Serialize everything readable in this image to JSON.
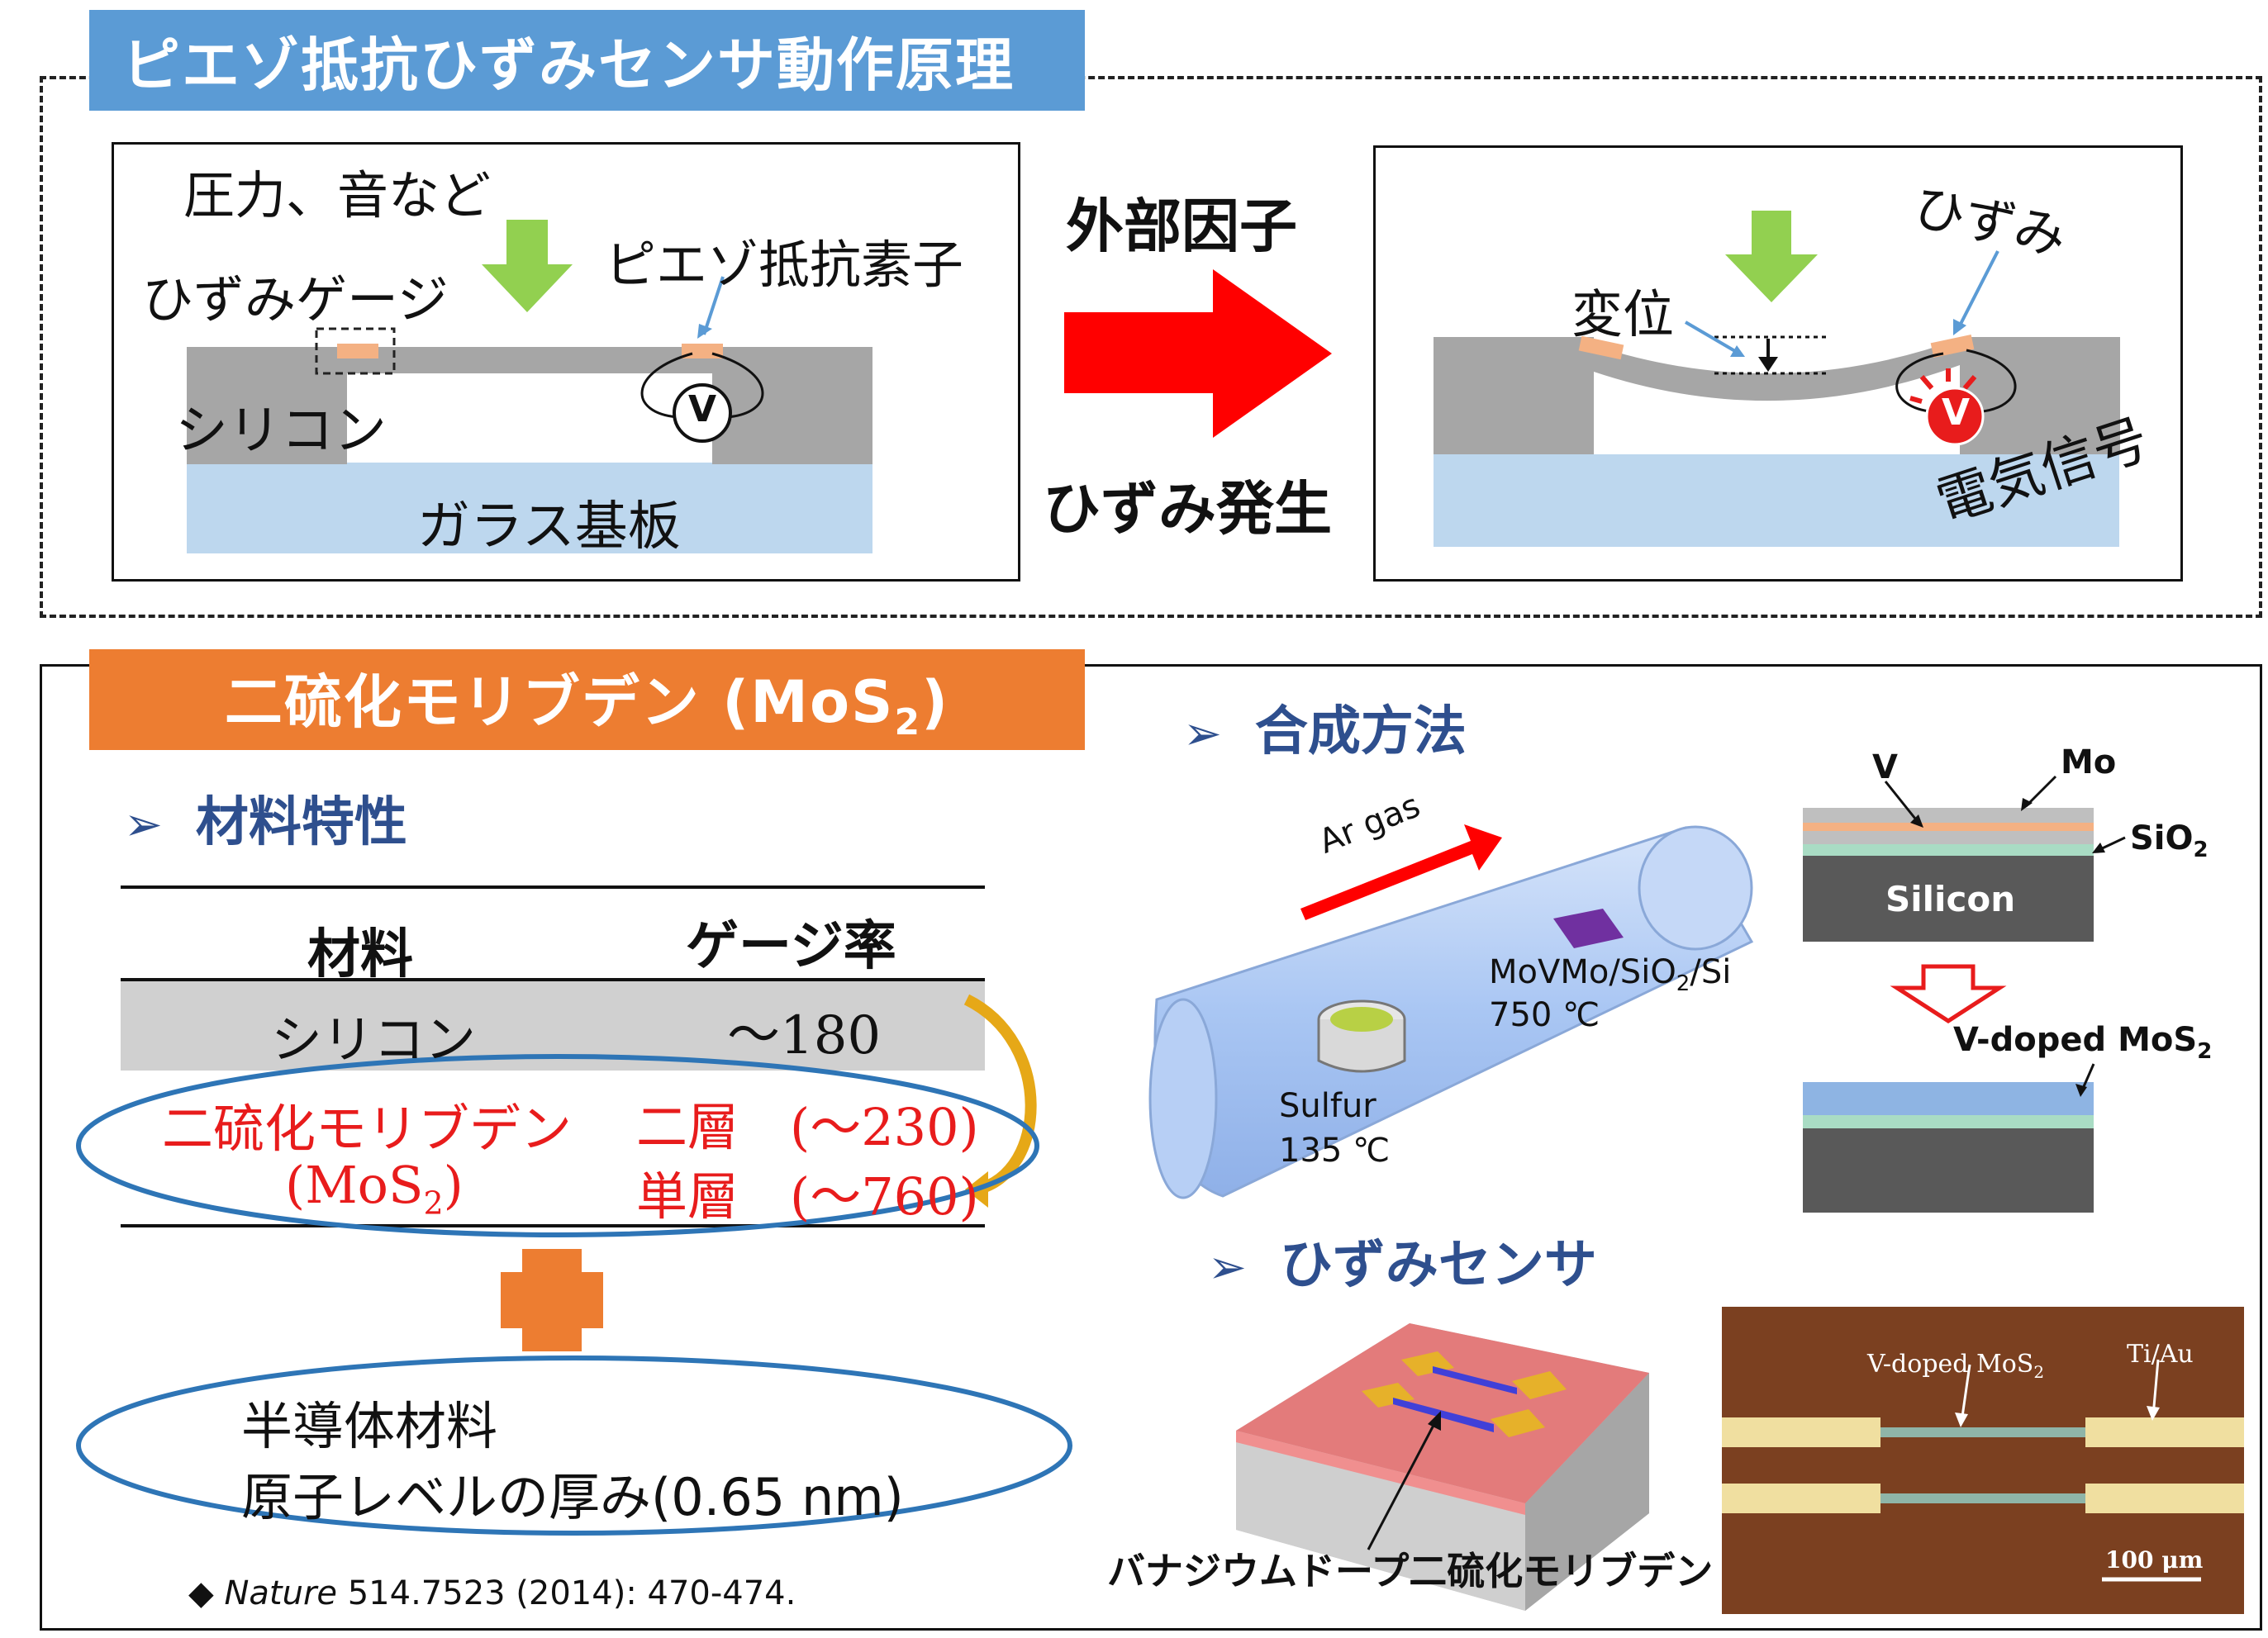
{
  "top": {
    "title": "ピエゾ抵抗ひずみセンサ動作原理",
    "left_panel": {
      "force_label": "圧力、音など",
      "gauge_label": "ひずみゲージ",
      "element_label": "ピエゾ抵抗素子",
      "silicon_label": "シリコン",
      "glass_label": "ガラス基板",
      "voltmeter_symbol": "V"
    },
    "middle": {
      "external_factor": "外部因子",
      "strain_occurs": "ひずみ発生"
    },
    "right_panel": {
      "strain_label": "ひずみ",
      "displacement_label": "変位",
      "signal_label": "電気信号",
      "voltmeter_symbol": "V"
    }
  },
  "bottom": {
    "title_main": "二硫化モリブデン (MoS",
    "title_sub": "2",
    "title_end": ")",
    "properties": {
      "heading": "材料特性",
      "table": {
        "col_material": "材料",
        "col_gauge": "ゲージ率",
        "row_si_material": "シリコン",
        "row_si_value": "～180",
        "row_mos2_material_1": "二硫化モリブデン",
        "row_mos2_material_2a": "(MoS",
        "row_mos2_material_2b": "2",
        "row_mos2_material_2c": ")",
        "row_mos2_value_1": "二層　(～230)",
        "row_mos2_value_2": "単層　(～760)"
      },
      "features_line1": "半導体材料",
      "features_line2": "原子レベルの厚み(0.65 nm)",
      "reference_journal": "Nature",
      "reference_rest": " 514.7523 (2014): 470-474."
    },
    "synthesis": {
      "heading": "合成方法",
      "gas_label": "Ar gas",
      "substrate_label_a": "MoVMo/SiO",
      "substrate_label_b": "2",
      "substrate_label_c": "/Si",
      "substrate_temp": "750 ℃",
      "sulfur_label": "Sulfur",
      "sulfur_temp": "135 ℃",
      "layer_v": "V",
      "layer_mo": "Mo",
      "layer_sio2_a": "SiO",
      "layer_sio2_b": "2",
      "layer_silicon": "Silicon",
      "vdoped_a": "V-doped MoS",
      "vdoped_b": "2"
    },
    "sensor": {
      "heading": "ひずみセンサ",
      "device_label": "バナジウムドープ二硫化モリブデン",
      "micro_vdoped_a": "V-doped MoS",
      "micro_vdoped_b": "2",
      "micro_electrode": "Ti/Au",
      "micro_scale": "100 μm"
    }
  },
  "colors": {
    "banner_blue": "#5b9bd5",
    "banner_orange": "#ed7d31",
    "heading_blue": "#2e4f8e",
    "silicon_gray": "#a6a6a6",
    "glass_blue": "#bdd7ee",
    "arrow_red": "#ff0000",
    "arrow_green": "#92d050",
    "ellipse_blue": "#2e75b6",
    "text_red": "#e81c1c"
  }
}
